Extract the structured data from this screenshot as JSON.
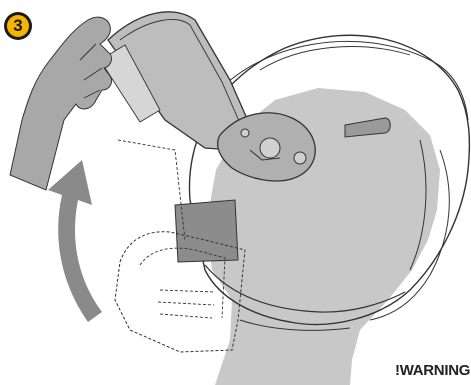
{
  "step": {
    "number": "3",
    "badge_color": "#f5b400"
  },
  "illustration": {
    "subject": "helmet-chin-bar-lift",
    "colors": {
      "head": "#c8c8c8",
      "hand": "#a8a8a8",
      "chin_bar": "#bdbdbd",
      "arrow": "#8a8a8a",
      "line": "#333333"
    }
  },
  "warning": {
    "text": "!WARNING"
  }
}
